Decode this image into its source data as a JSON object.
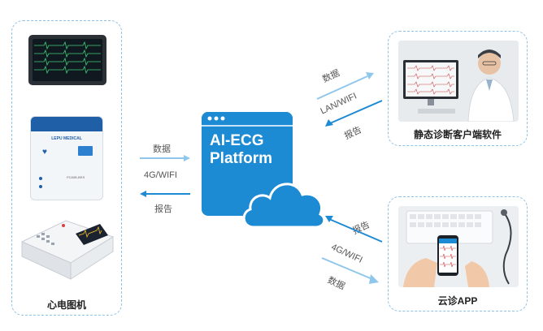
{
  "left_group": {
    "label": "心电图机"
  },
  "right_top_group": {
    "label": "静态诊断客户端软件"
  },
  "right_bottom_group": {
    "label": "云诊APP"
  },
  "platform": {
    "title_line1": "AI-ECG",
    "title_line2": "Platform"
  },
  "left_flow": {
    "send": "数据",
    "network": "4G/WIFI",
    "receive": "报告"
  },
  "top_flow": {
    "send": "数据",
    "network": "LAN/WIFI",
    "receive": "报告"
  },
  "bottom_flow": {
    "receive": "报告",
    "network": "4G/WIFI",
    "send": "数据"
  },
  "device_logo": "LEPU MEDICAL",
  "device_model": "PC80B-BRS",
  "colors": {
    "accent": "#1d8ad4",
    "arrow": "#8fc7ec",
    "border": "#8fc2e6"
  }
}
